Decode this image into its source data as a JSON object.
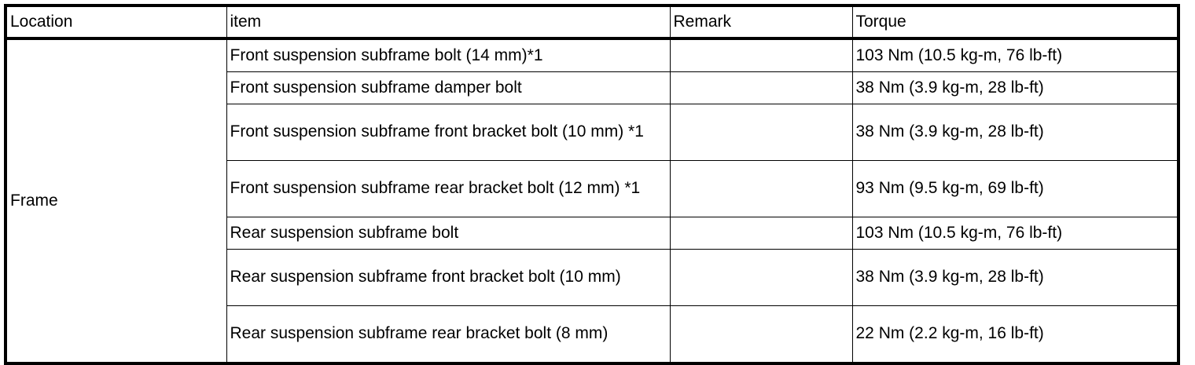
{
  "table": {
    "columns": [
      {
        "key": "location",
        "label": "Location"
      },
      {
        "key": "item",
        "label": "item"
      },
      {
        "key": "remark",
        "label": "Remark"
      },
      {
        "key": "torque",
        "label": "Torque"
      }
    ],
    "location_group": "Frame",
    "rows": [
      {
        "item": "Front suspension subframe bolt (14 mm)*1",
        "remark": "",
        "torque": "103 Nm (10.5 kg-m, 76 lb-ft)",
        "lines": 1
      },
      {
        "item": "Front suspension subframe damper bolt",
        "remark": "",
        "torque": "38 Nm (3.9 kg-m, 28 lb-ft)",
        "lines": 1
      },
      {
        "item": "Front suspension subframe front bracket bolt (10 mm) *1",
        "remark": "",
        "torque": "38 Nm (3.9 kg-m, 28 lb-ft)",
        "lines": 2
      },
      {
        "item": "Front suspension subframe rear bracket bolt (12 mm) *1",
        "remark": "",
        "torque": "93 Nm (9.5 kg-m, 69 lb-ft)",
        "lines": 2
      },
      {
        "item": "Rear suspension subframe bolt",
        "remark": "",
        "torque": "103 Nm (10.5 kg-m, 76 lb-ft)",
        "lines": 1
      },
      {
        "item": "Rear suspension subframe front bracket bolt (10 mm)",
        "remark": "",
        "torque": "38 Nm (3.9 kg-m, 28 lb-ft)",
        "lines": 2
      },
      {
        "item": "Rear suspension subframe rear bracket bolt (8 mm)",
        "remark": "",
        "torque": "22 Nm (2.2 kg-m, 16 lb-ft)",
        "lines": 2
      }
    ]
  },
  "style": {
    "border_color": "#000000",
    "text_color": "#000000",
    "background": "#ffffff"
  }
}
